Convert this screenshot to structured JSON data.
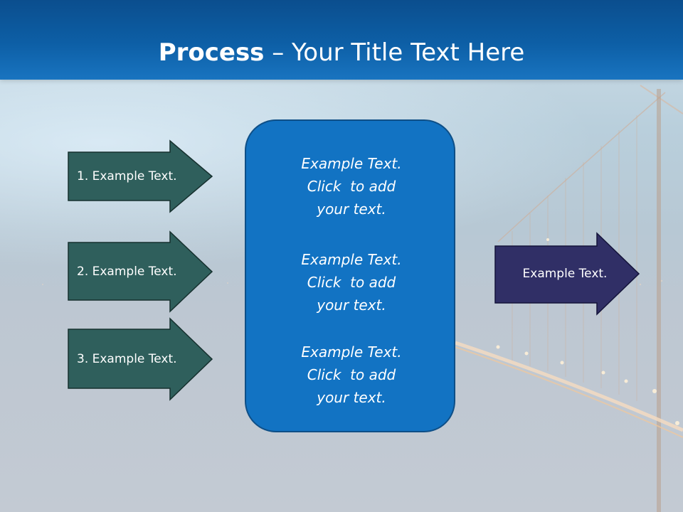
{
  "slide": {
    "title_bold": "Process",
    "title_rest": " – Your Title Text Here"
  },
  "left_arrows": [
    {
      "label": "1. Example Text."
    },
    {
      "label": "2. Example Text."
    },
    {
      "label": "3. Example Text."
    }
  ],
  "center_box": {
    "items": [
      {
        "line1": "Example Text.",
        "line2": "Click  to add",
        "line3": "your text."
      },
      {
        "line1": "Example Text.",
        "line2": "Click  to add",
        "line3": "your text."
      },
      {
        "line1": "Example Text.",
        "line2": "Click  to add",
        "line3": "your text."
      }
    ]
  },
  "right_arrow": {
    "label": "Example Text."
  },
  "colors": {
    "header": "#0d5fa6",
    "left_arrow_fill": "#2f5f5c",
    "right_arrow_fill": "#302f66",
    "center_box_fill": "#1273c3"
  }
}
